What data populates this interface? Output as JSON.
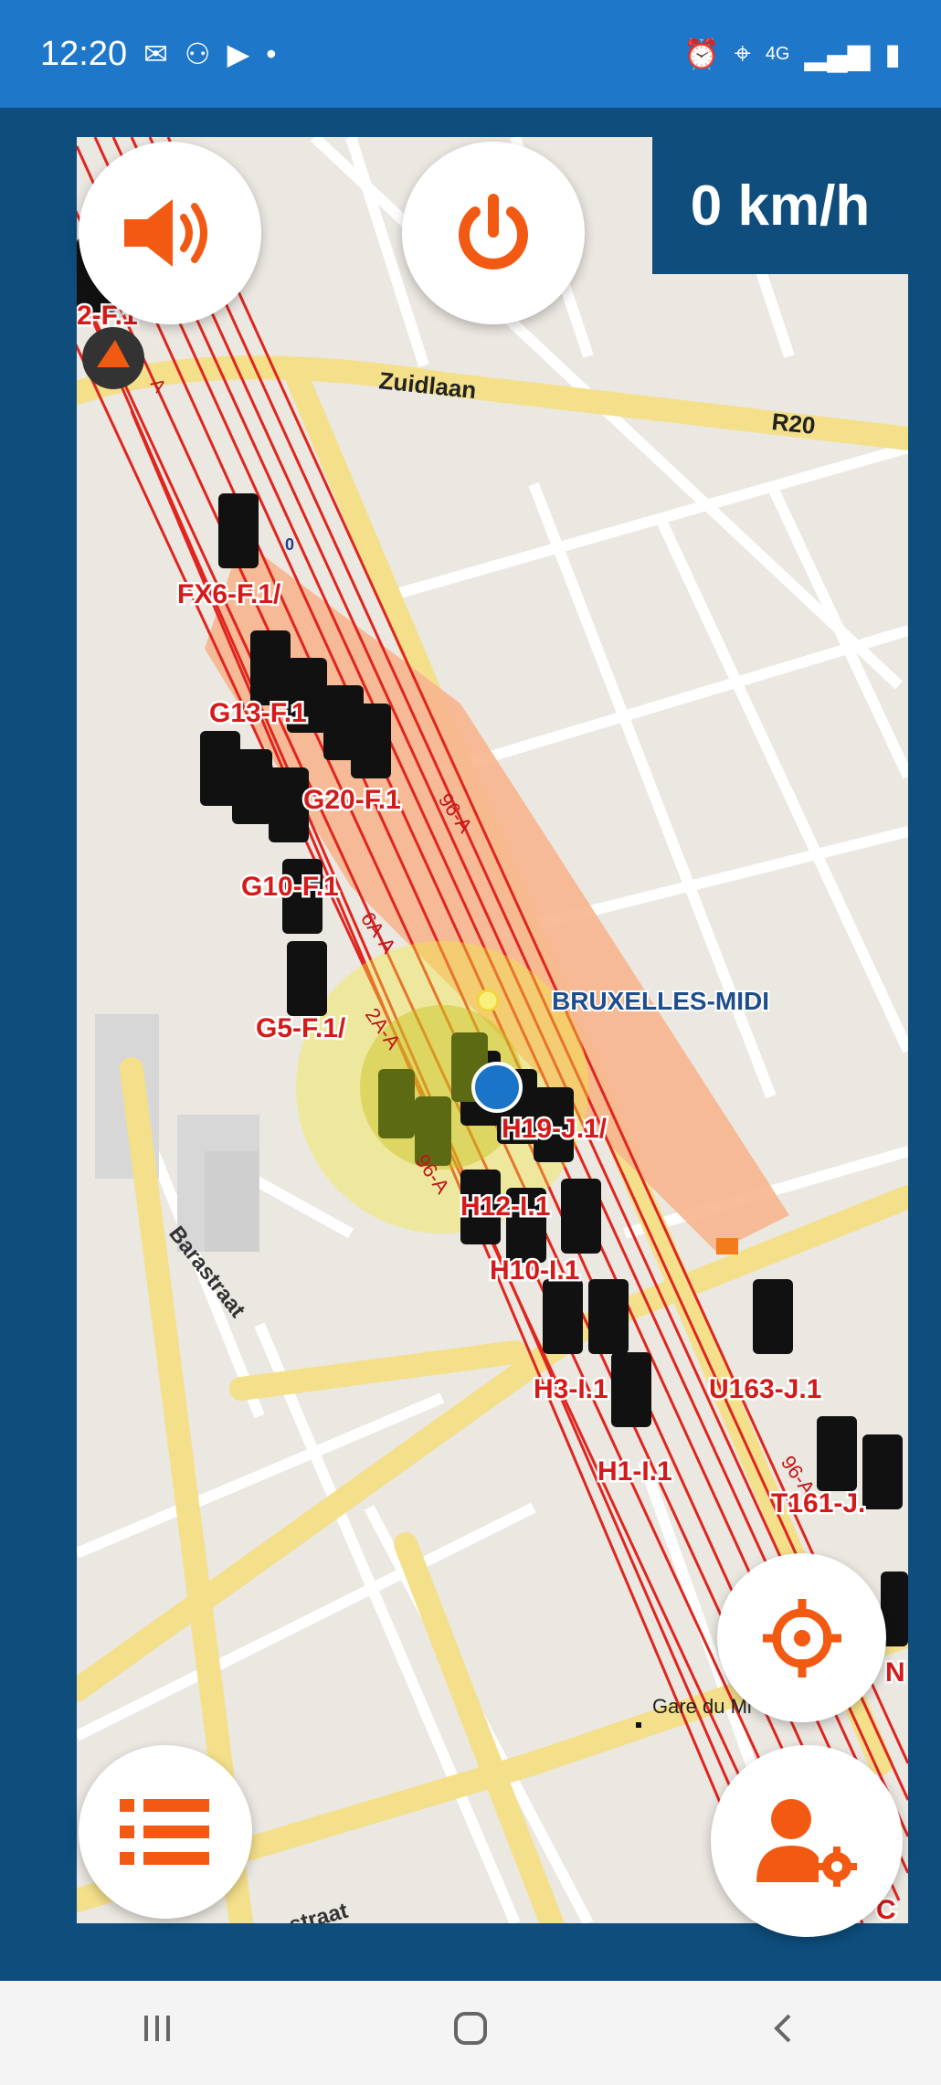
{
  "status_bar": {
    "time": "12:20",
    "network": "4G"
  },
  "speed": {
    "value": "0 km/h"
  },
  "map": {
    "streets": {
      "zuidlaan": "Zuidlaan",
      "r20": "R20",
      "barastraat": "Barastraat",
      "straat": "straat",
      "gare_du_midi": "Gare du Mi"
    },
    "station": "BRUXELLES-MIDI",
    "track_labels": [
      "96-A",
      "6A-A",
      "2A-A",
      "96-A",
      "96-A",
      "A"
    ],
    "signals": [
      "FX6-F.1/",
      "G13-F.1",
      "G20-F.1",
      "G10-F.1",
      "G5-F.1/",
      "H19-J.1/",
      "H12-I.1",
      "H10-I.1",
      "H3-I.1",
      "H1-I.1",
      "U163-J.1",
      "T161-J.",
      "2-F.1",
      "N",
      "C"
    ],
    "small_labels": [
      "0"
    ]
  },
  "colors": {
    "accent": "#f25a13",
    "status_bar": "#1f77c9",
    "frame": "#0e4d7c",
    "track": "#e0251f"
  },
  "icons": {
    "sound": "volume-icon",
    "power": "power-icon",
    "locate": "crosshair-icon",
    "list": "list-icon",
    "user_settings": "user-gear-icon"
  }
}
